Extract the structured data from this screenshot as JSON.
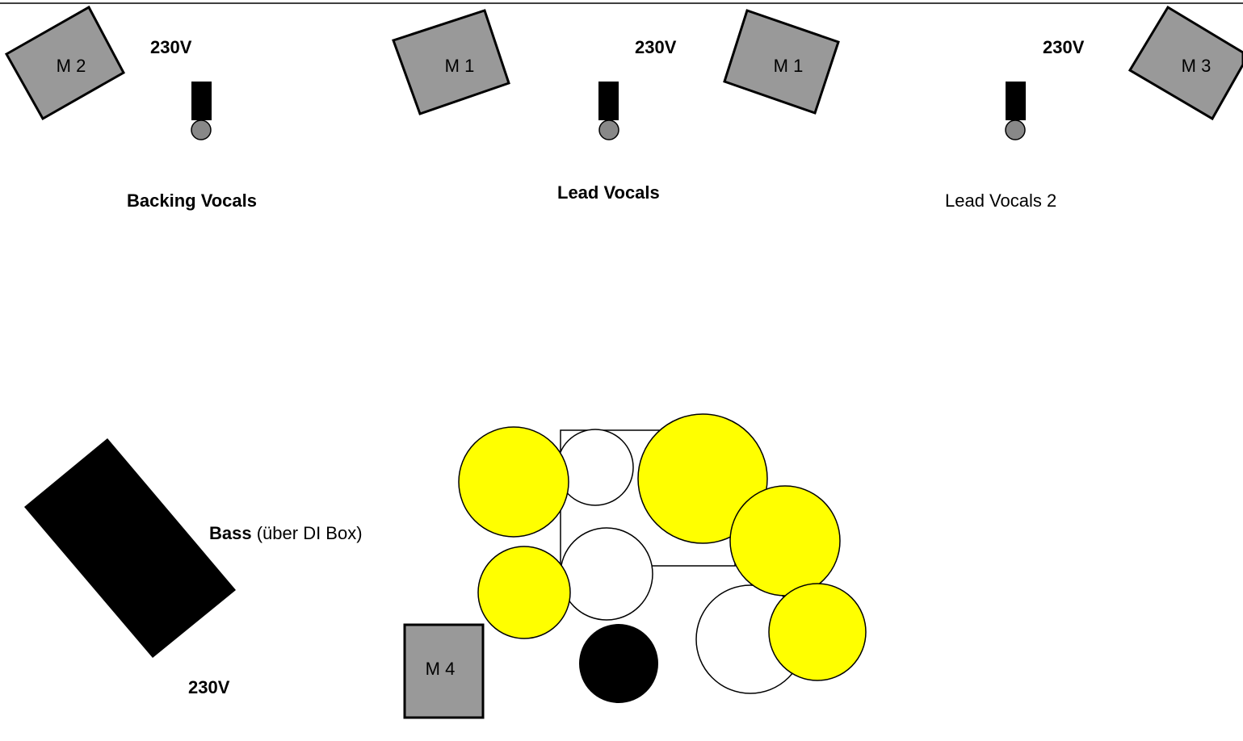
{
  "stage_plot": {
    "monitors": [
      {
        "id": "mon-backing",
        "label": "M 2"
      },
      {
        "id": "mon-lead-left",
        "label": "M 1"
      },
      {
        "id": "mon-lead-right",
        "label": "M 1"
      },
      {
        "id": "mon-lead2",
        "label": "M 3"
      },
      {
        "id": "mon-drums",
        "label": "M 4"
      }
    ],
    "power_labels": {
      "backing": "230V",
      "lead": "230V",
      "lead2": "230V",
      "bass": "230V"
    },
    "positions": {
      "backing_vocals": "Backing Vocals",
      "lead_vocals": "Lead Vocals",
      "lead_vocals_2": "Lead Vocals 2",
      "bass_name": "Bass",
      "bass_note": "(über DI Box)"
    },
    "colors": {
      "monitor_fill": "#999999",
      "cymbal_fill": "#ffff00",
      "drum_fill": "#ffffff",
      "kick_fill": "#000000",
      "amp_fill": "#000000",
      "outline": "#000000"
    }
  }
}
